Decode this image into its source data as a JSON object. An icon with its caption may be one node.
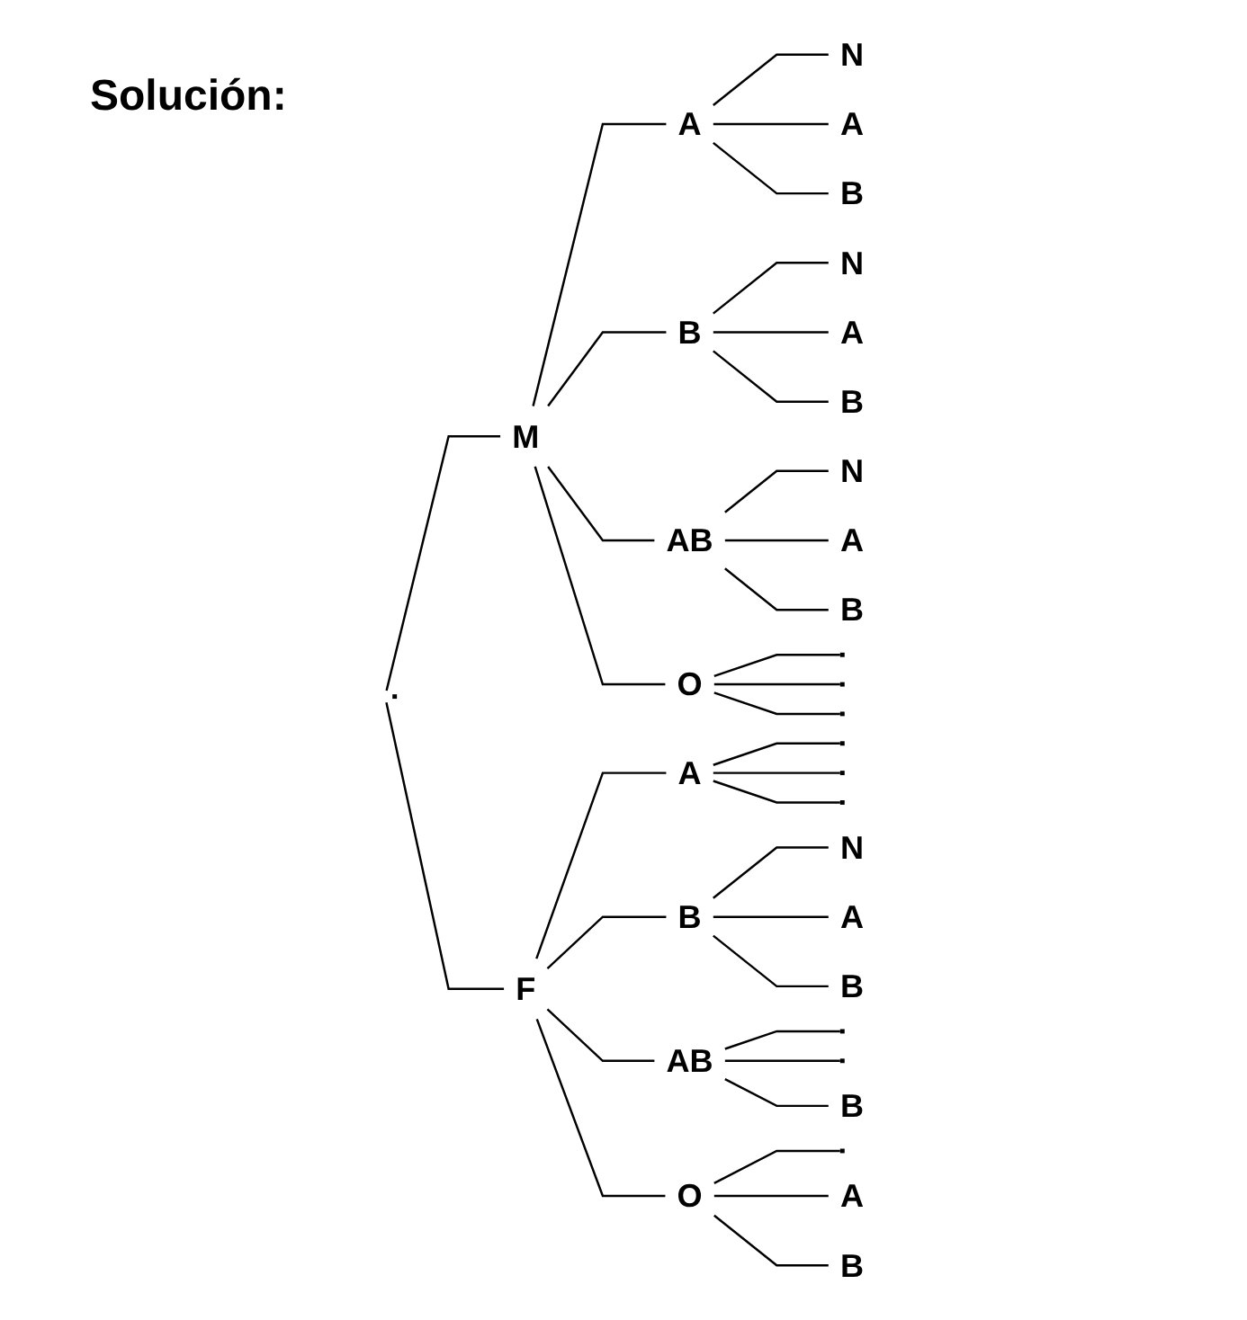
{
  "diagram": {
    "title": "Solución:",
    "nodes": [
      {
        "text": [],
        "shape": "point"
      },
      {
        "text": [
          "M"
        ]
      },
      {
        "text": [
          "A"
        ]
      },
      {
        "text": [
          "N"
        ]
      },
      {
        "text": [
          "A"
        ]
      },
      {
        "text": [
          "B"
        ]
      },
      {
        "text": [
          "B"
        ]
      },
      {
        "text": [
          "N"
        ]
      },
      {
        "text": [
          "A"
        ]
      },
      {
        "text": [
          "B"
        ]
      },
      {
        "text": [
          "AB"
        ]
      },
      {
        "text": [
          "N"
        ]
      },
      {
        "text": [
          "A"
        ]
      },
      {
        "text": [
          "B"
        ]
      },
      {
        "text": [
          "O"
        ]
      },
      {
        "text": [],
        "shape": "point"
      },
      {
        "text": [],
        "shape": "point"
      },
      {
        "text": [],
        "shape": "point"
      },
      {
        "text": [
          "F"
        ]
      },
      {
        "text": [
          "A"
        ]
      },
      {
        "text": [],
        "shape": "point"
      },
      {
        "text": [],
        "shape": "point"
      },
      {
        "text": [],
        "shape": "point"
      },
      {
        "text": [
          "B"
        ]
      },
      {
        "text": [
          "N"
        ]
      },
      {
        "text": [
          "A"
        ]
      },
      {
        "text": [
          "B"
        ]
      },
      {
        "text": [
          "AB"
        ]
      },
      {
        "text": [],
        "shape": "point"
      },
      {
        "text": [],
        "shape": "point"
      },
      {
        "text": [
          "B"
        ]
      },
      {
        "text": [
          "O"
        ]
      },
      {
        "text": [],
        "shape": "point"
      },
      {
        "text": [
          "A"
        ]
      },
      {
        "text": [
          "B"
        ]
      }
    ],
    "edges": [
      {
        "from": 0,
        "to": 1,
        "arrow": "none"
      },
      {
        "from": 1,
        "to": 2,
        "arrow": "none"
      },
      {
        "from": 2,
        "to": 3,
        "arrow": "none"
      },
      {
        "from": 2,
        "to": 4,
        "arrow": "none"
      },
      {
        "from": 2,
        "to": 5,
        "arrow": "none"
      },
      {
        "from": 1,
        "to": 6,
        "arrow": "none"
      },
      {
        "from": 6,
        "to": 7,
        "arrow": "none"
      },
      {
        "from": 6,
        "to": 8,
        "arrow": "none"
      },
      {
        "from": 6,
        "to": 9,
        "arrow": "none"
      },
      {
        "from": 1,
        "to": 10,
        "arrow": "none"
      },
      {
        "from": 10,
        "to": 11,
        "arrow": "none"
      },
      {
        "from": 10,
        "to": 12,
        "arrow": "none"
      },
      {
        "from": 10,
        "to": 13,
        "arrow": "none"
      },
      {
        "from": 1,
        "to": 14,
        "arrow": "none"
      },
      {
        "from": 14,
        "to": 15,
        "arrow": "none"
      },
      {
        "from": 14,
        "to": 16,
        "arrow": "none"
      },
      {
        "from": 14,
        "to": 17,
        "arrow": "none"
      },
      {
        "from": 0,
        "to": 18,
        "arrow": "none"
      },
      {
        "from": 18,
        "to": 19,
        "arrow": "none"
      },
      {
        "from": 19,
        "to": 20,
        "arrow": "none"
      },
      {
        "from": 19,
        "to": 21,
        "arrow": "none"
      },
      {
        "from": 19,
        "to": 22,
        "arrow": "none"
      },
      {
        "from": 18,
        "to": 23,
        "arrow": "none"
      },
      {
        "from": 23,
        "to": 24,
        "arrow": "none"
      },
      {
        "from": 23,
        "to": 25,
        "arrow": "none"
      },
      {
        "from": 23,
        "to": 26,
        "arrow": "none"
      },
      {
        "from": 18,
        "to": 27,
        "arrow": "none"
      },
      {
        "from": 27,
        "to": 28,
        "arrow": "none"
      },
      {
        "from": 27,
        "to": 29,
        "arrow": "none"
      },
      {
        "from": 27,
        "to": 30,
        "arrow": "none"
      },
      {
        "from": 18,
        "to": 31,
        "arrow": "none"
      },
      {
        "from": 31,
        "to": 32,
        "arrow": "none"
      },
      {
        "from": 31,
        "to": 33,
        "arrow": "none"
      },
      {
        "from": 31,
        "to": 34,
        "arrow": "none"
      }
    ]
  }
}
